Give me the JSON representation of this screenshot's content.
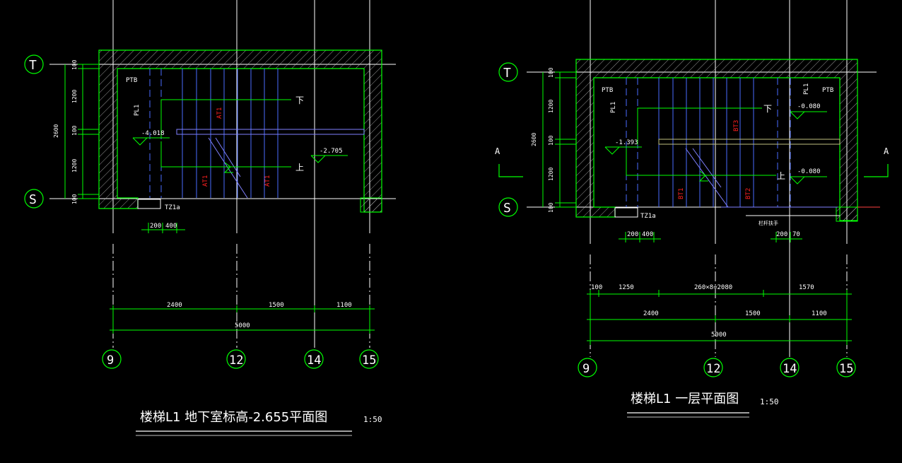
{
  "colors": {
    "background": "#000000",
    "wall": "#00ff00",
    "grid_axis": "#ffffff",
    "dimension": "#00ff00",
    "stair_tread": "#4a6cff",
    "text": "#ffffff",
    "stair_label": "#ff2020",
    "landing": "#8080ff"
  },
  "left_plan": {
    "title": "楼梯L1  地下室标高-2.655平面图",
    "scale": "1:50",
    "axis_labels": {
      "top": "T",
      "bottom": "S",
      "x": [
        "9",
        "12",
        "14",
        "15"
      ]
    },
    "vertical_dims": [
      "100",
      "1200",
      "100",
      "1200",
      "100"
    ],
    "vertical_total": "2600",
    "bottom_small_dims": [
      "200",
      "400"
    ],
    "bottom_dims": [
      "2400",
      "1500",
      "1100"
    ],
    "bottom_total": "5000",
    "labels": {
      "ptb": "PTB",
      "tz": "TZ1a",
      "pl": "PL1",
      "down": "下",
      "up": "上",
      "elev_left": "-4.018",
      "elev_right": "-2.705",
      "stair_a": "AT1",
      "stair_b": "AT1",
      "stair_c": "AT1"
    }
  },
  "right_plan": {
    "title": "楼梯L1  一层平面图",
    "scale": "1:50",
    "axis_labels": {
      "top": "T",
      "bottom": "S",
      "x": [
        "9",
        "12",
        "14",
        "15"
      ]
    },
    "section_mark": "A",
    "vertical_dims": [
      "100",
      "1200",
      "100",
      "1200",
      "100"
    ],
    "vertical_total": "2600",
    "bottom_small_dims_left": [
      "200",
      "400"
    ],
    "bottom_small_dims_right": [
      "200",
      "70"
    ],
    "top_row_dims": [
      "100",
      "1250",
      "260×8=2080",
      "1570"
    ],
    "bottom_dims": [
      "2400",
      "1500",
      "1100"
    ],
    "bottom_total": "5000",
    "labels": {
      "ptb_left": "PTB",
      "ptb_right": "PTB",
      "tz": "TZ1a",
      "pl_left": "PL1",
      "pl_right": "PL1",
      "down": "下",
      "up": "上",
      "elev_left": "-1.393",
      "elev_right_top": "-0.080",
      "elev_right_bottom": "-0.080",
      "stair_a": "BT3",
      "stair_b": "BT1",
      "stair_c": "BT2",
      "railing": "栏杆扶手"
    }
  }
}
